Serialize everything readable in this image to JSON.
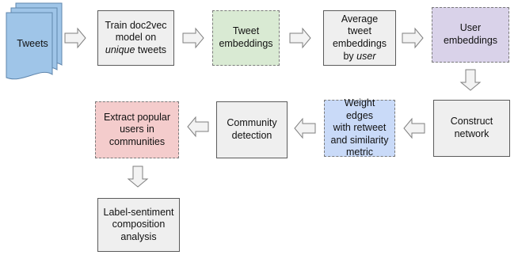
{
  "diagram": {
    "colors": {
      "gray": "#efefef",
      "green": "#d9ead3",
      "purple": "#d9d2e9",
      "blue": "#c9daf8",
      "red": "#f4cccc",
      "doc_blue": "#9fc5e8",
      "arrow_fill": "#f3f3f3",
      "arrow_stroke": "#7f7f7f"
    },
    "nodes": {
      "tweets": {
        "label": "Tweets"
      },
      "train": {
        "line1": "Train doc2vec",
        "line2": "model on",
        "line3_em": "unique",
        "line3_rest": " tweets"
      },
      "tweet_embeddings": {
        "label": "Tweet\nembeddings"
      },
      "average": {
        "line1": "Average",
        "line2": "tweet",
        "line3": "embeddings",
        "line4_pre": "by ",
        "line4_em": "user"
      },
      "user_embeddings": {
        "label": "User\nembeddings"
      },
      "construct": {
        "label": "Construct\nnetwork"
      },
      "weight_edges": {
        "label": "Weight edges\nwith retweet\nand similarity\nmetric"
      },
      "community": {
        "label": "Community\ndetection"
      },
      "extract": {
        "label": "Extract popular\nusers in\ncommunities"
      },
      "label_sentiment": {
        "label": "Label-sentiment\ncomposition\nanalysis"
      }
    }
  }
}
